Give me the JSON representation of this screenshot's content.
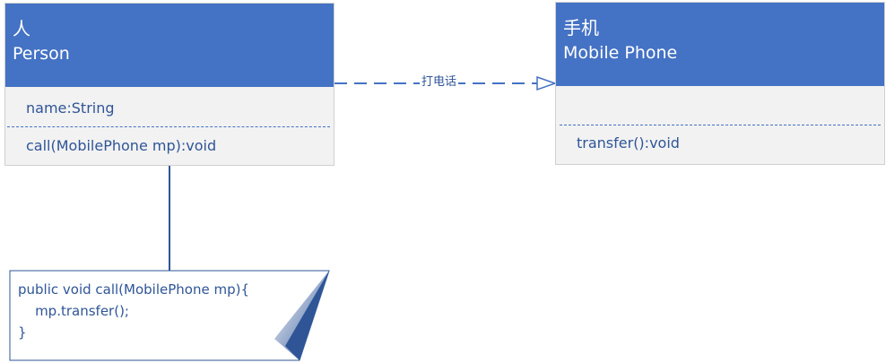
{
  "person_class": {
    "title_zh": "人",
    "title_en": "Person",
    "attribute": "name:String",
    "method": "call(MobilePhone mp):void"
  },
  "phone_class": {
    "title_zh": "手机",
    "title_en": "Mobile Phone",
    "method": "transfer():void"
  },
  "dependency": {
    "label": "打电话"
  },
  "note": {
    "line1": "public void call(MobilePhone mp){",
    "line2": "    mp.transfer();",
    "line3": "}"
  },
  "colors": {
    "header": "#4472c4",
    "body": "#f2f2f2",
    "text": "#2f5597",
    "line": "#4472c4"
  }
}
